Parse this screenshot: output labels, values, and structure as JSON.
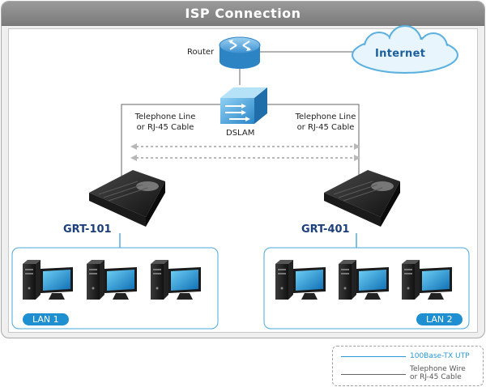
{
  "title": "ISP Connection",
  "nodes": {
    "router": "Router",
    "internet": "Internet",
    "dslam": "DSLAM",
    "left_modem": "GRT-101",
    "right_modem": "GRT-401"
  },
  "links": {
    "left_line": "Telephone Line\nor RJ-45 Cable",
    "right_line": "Telephone Line\nor RJ-45 Cable"
  },
  "lans": {
    "lan1": "LAN 1",
    "lan2": "LAN 2"
  },
  "legend": {
    "utp": "100Base-TX UTP",
    "phone": "Telephone Wire\nor RJ-45 Cable"
  },
  "colors": {
    "utp_line": "#2a9ad6",
    "phone_line": "#666666",
    "title_bar": "#8a8a8a",
    "lan_tag": "#1e8fd0",
    "device_label": "#1b3f7a"
  },
  "icons": [
    "router-icon",
    "cloud-icon",
    "dslam-icon",
    "modem-icon",
    "desktop-computer-icon"
  ]
}
